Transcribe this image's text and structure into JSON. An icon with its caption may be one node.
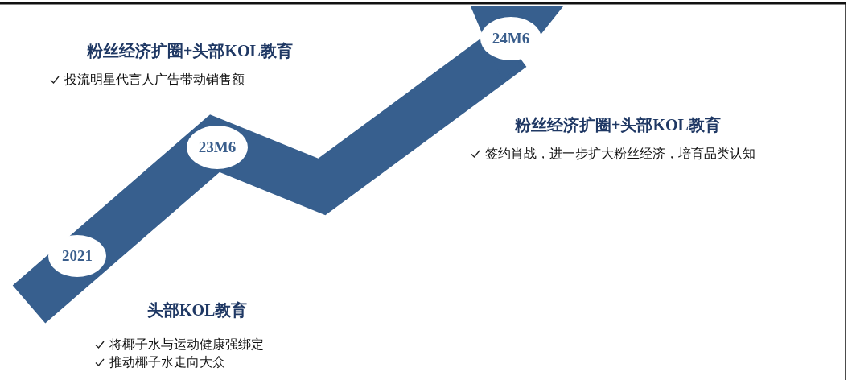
{
  "diagram": {
    "nodes": [
      {
        "text": [
          "2021"
        ]
      },
      {
        "text": [
          "23M6"
        ]
      },
      {
        "text": [
          "24M6"
        ]
      }
    ],
    "labels": [
      "粉丝经济扩圈+头部KOL教育",
      "投流明星代言人广告带动销售额",
      "粉丝经济扩圈+头部KOL教育",
      "签约肖战，进一步扩大粉丝经济，培育品类认知",
      "头部KOL教育",
      "将椰子水与运动健康强绑定",
      "推动椰子水走向大众"
    ]
  }
}
